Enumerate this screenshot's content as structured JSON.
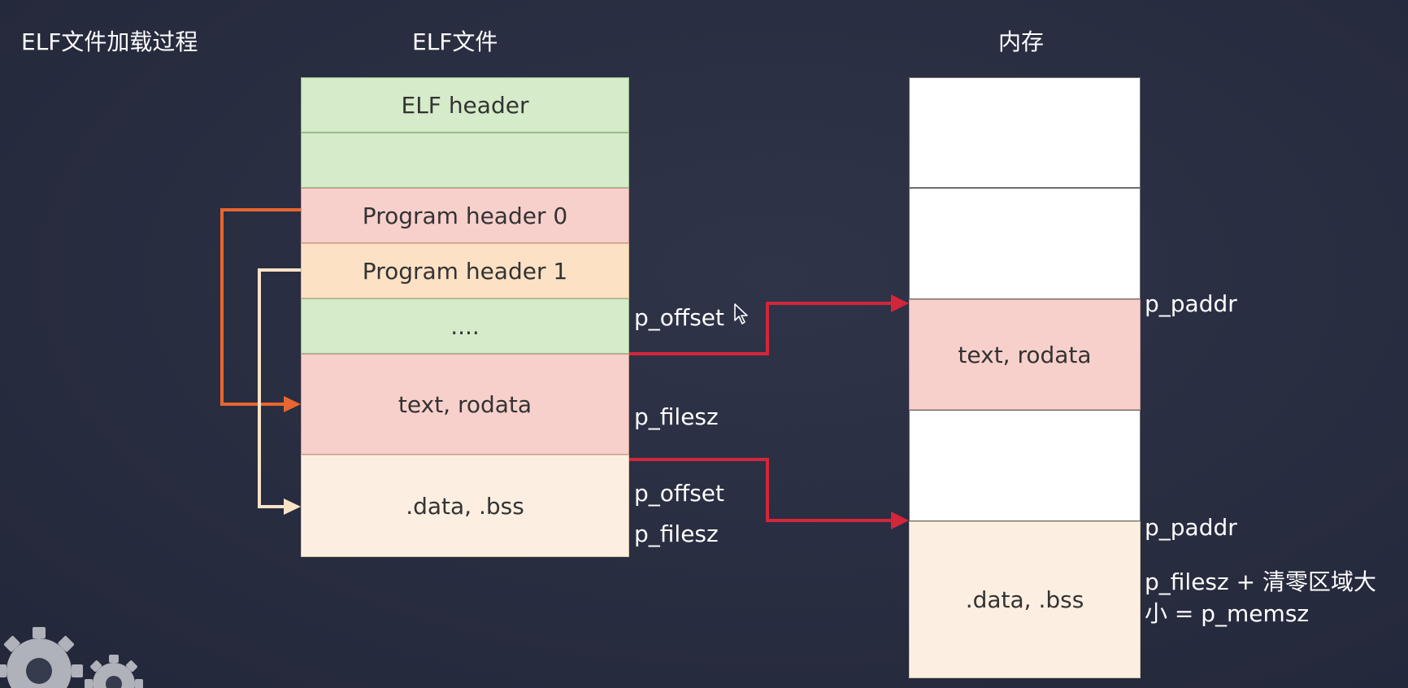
{
  "titles": {
    "slide": "ELF文件加载过程",
    "elf_file": "ELF文件",
    "memory": "内存"
  },
  "elf_file": {
    "elf_header": "ELF header",
    "program_header_0": "Program header 0",
    "program_header_1": "Program header 1",
    "ellipsis": "....",
    "text_rodata": "text, rodata",
    "data_bss": ".data, .bss"
  },
  "elf_labels": {
    "p_offset_1": "p_offset",
    "p_filesz_1": "p_filesz",
    "p_offset_2": "p_offset",
    "p_filesz_2": "p_filesz"
  },
  "memory": {
    "text_rodata": "text, rodata",
    "data_bss": ".data, .bss"
  },
  "memory_labels": {
    "p_paddr_1": "p_paddr",
    "p_paddr_2": "p_paddr",
    "memsz_line1": "p_filesz + 清零区域大",
    "memsz_line2": "小 = p_memsz"
  },
  "colors": {
    "background": "#2a2e42",
    "header0_arrow": "#e8662f",
    "header1_arrow": "#fce3c8",
    "load_arrow": "#d3263a"
  }
}
